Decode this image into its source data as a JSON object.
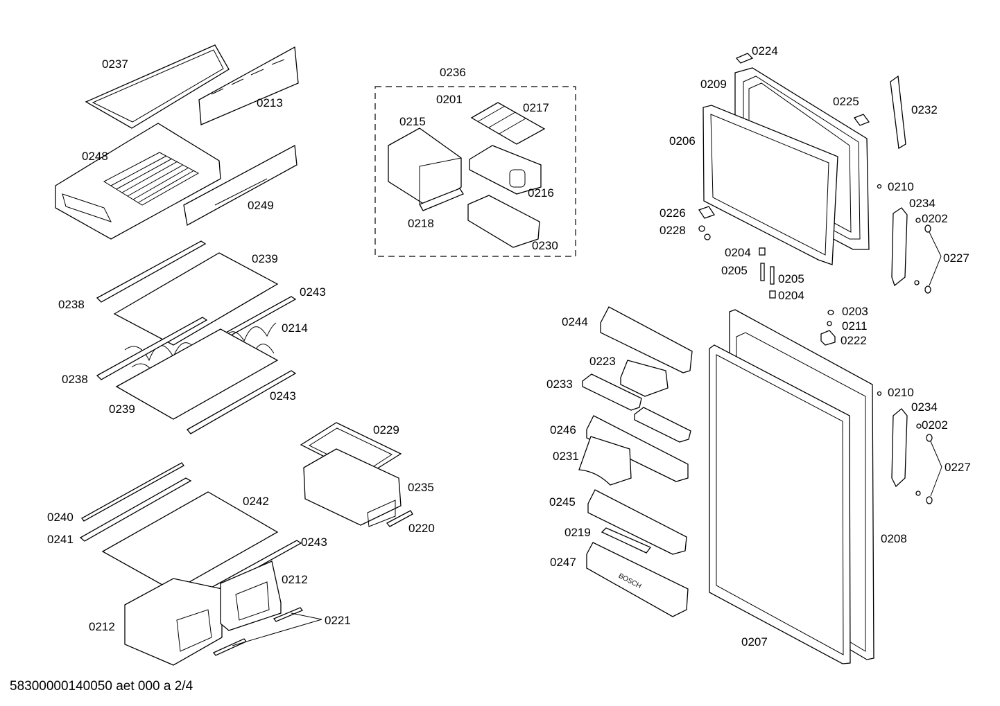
{
  "labels": {
    "l0237": "0237",
    "l0213": "0213",
    "l0248": "0248",
    "l0249": "0249",
    "l0239a": "0239",
    "l0238a": "0238",
    "l0243a": "0243",
    "l0214": "0214",
    "l0238b": "0238",
    "l0239b": "0239",
    "l0243b": "0243",
    "l0236": "0236",
    "l0201": "0201",
    "l0217": "0217",
    "l0215": "0215",
    "l0216": "0216",
    "l0218": "0218",
    "l0230": "0230",
    "l0229": "0229",
    "l0235": "0235",
    "l0220": "0220",
    "l0240": "0240",
    "l0241": "0241",
    "l0242": "0242",
    "l0243c": "0243",
    "l0212a": "0212",
    "l0212b": "0212",
    "l0221": "0221",
    "l0224": "0224",
    "l0209": "0209",
    "l0225": "0225",
    "l0232": "0232",
    "l0206": "0206",
    "l0210a": "0210",
    "l0234a": "0234",
    "l0202a": "0202",
    "l0226": "0226",
    "l0228": "0228",
    "l0227a": "0227",
    "l0204a": "0204",
    "l0205a": "0205",
    "l0205b": "0205",
    "l0204b": "0204",
    "l0203": "0203",
    "l0211": "0211",
    "l0222": "0222",
    "l0244": "0244",
    "l0223": "0223",
    "l0233": "0233",
    "l0246": "0246",
    "l0231": "0231",
    "l0245": "0245",
    "l0219": "0219",
    "l0247": "0247",
    "l0210b": "0210",
    "l0234b": "0234",
    "l0202b": "0202",
    "l0227b": "0227",
    "l0208": "0208",
    "l0207": "0207"
  },
  "brand_mark": "BOSCH",
  "footer": "58300000140050 aet 000 a 2/4"
}
